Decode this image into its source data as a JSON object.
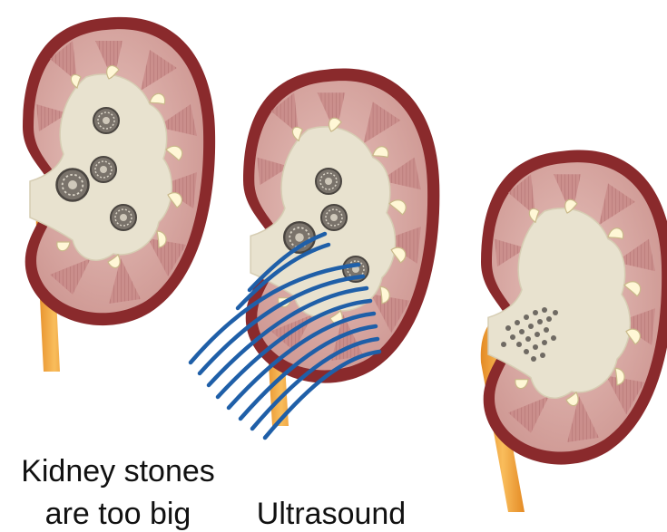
{
  "captions": {
    "stones_line1": "Kidney stones",
    "stones_line2": "are too big",
    "ultrasound": "Ultrasound"
  },
  "colors": {
    "capsule": "#8a2a2c",
    "cortex": "#d9a9a4",
    "pelvis": "#e8e2cf",
    "ureter": "#f2a23c",
    "stone": "#6f6a63",
    "wave": "#1f5fa8"
  },
  "icons": {
    "kidney_left": "kidney-large-stones",
    "kidney_middle": "kidney-under-shockwave",
    "kidney_right": "kidney-fragmented-stones",
    "waves": "ultrasound-waves"
  }
}
